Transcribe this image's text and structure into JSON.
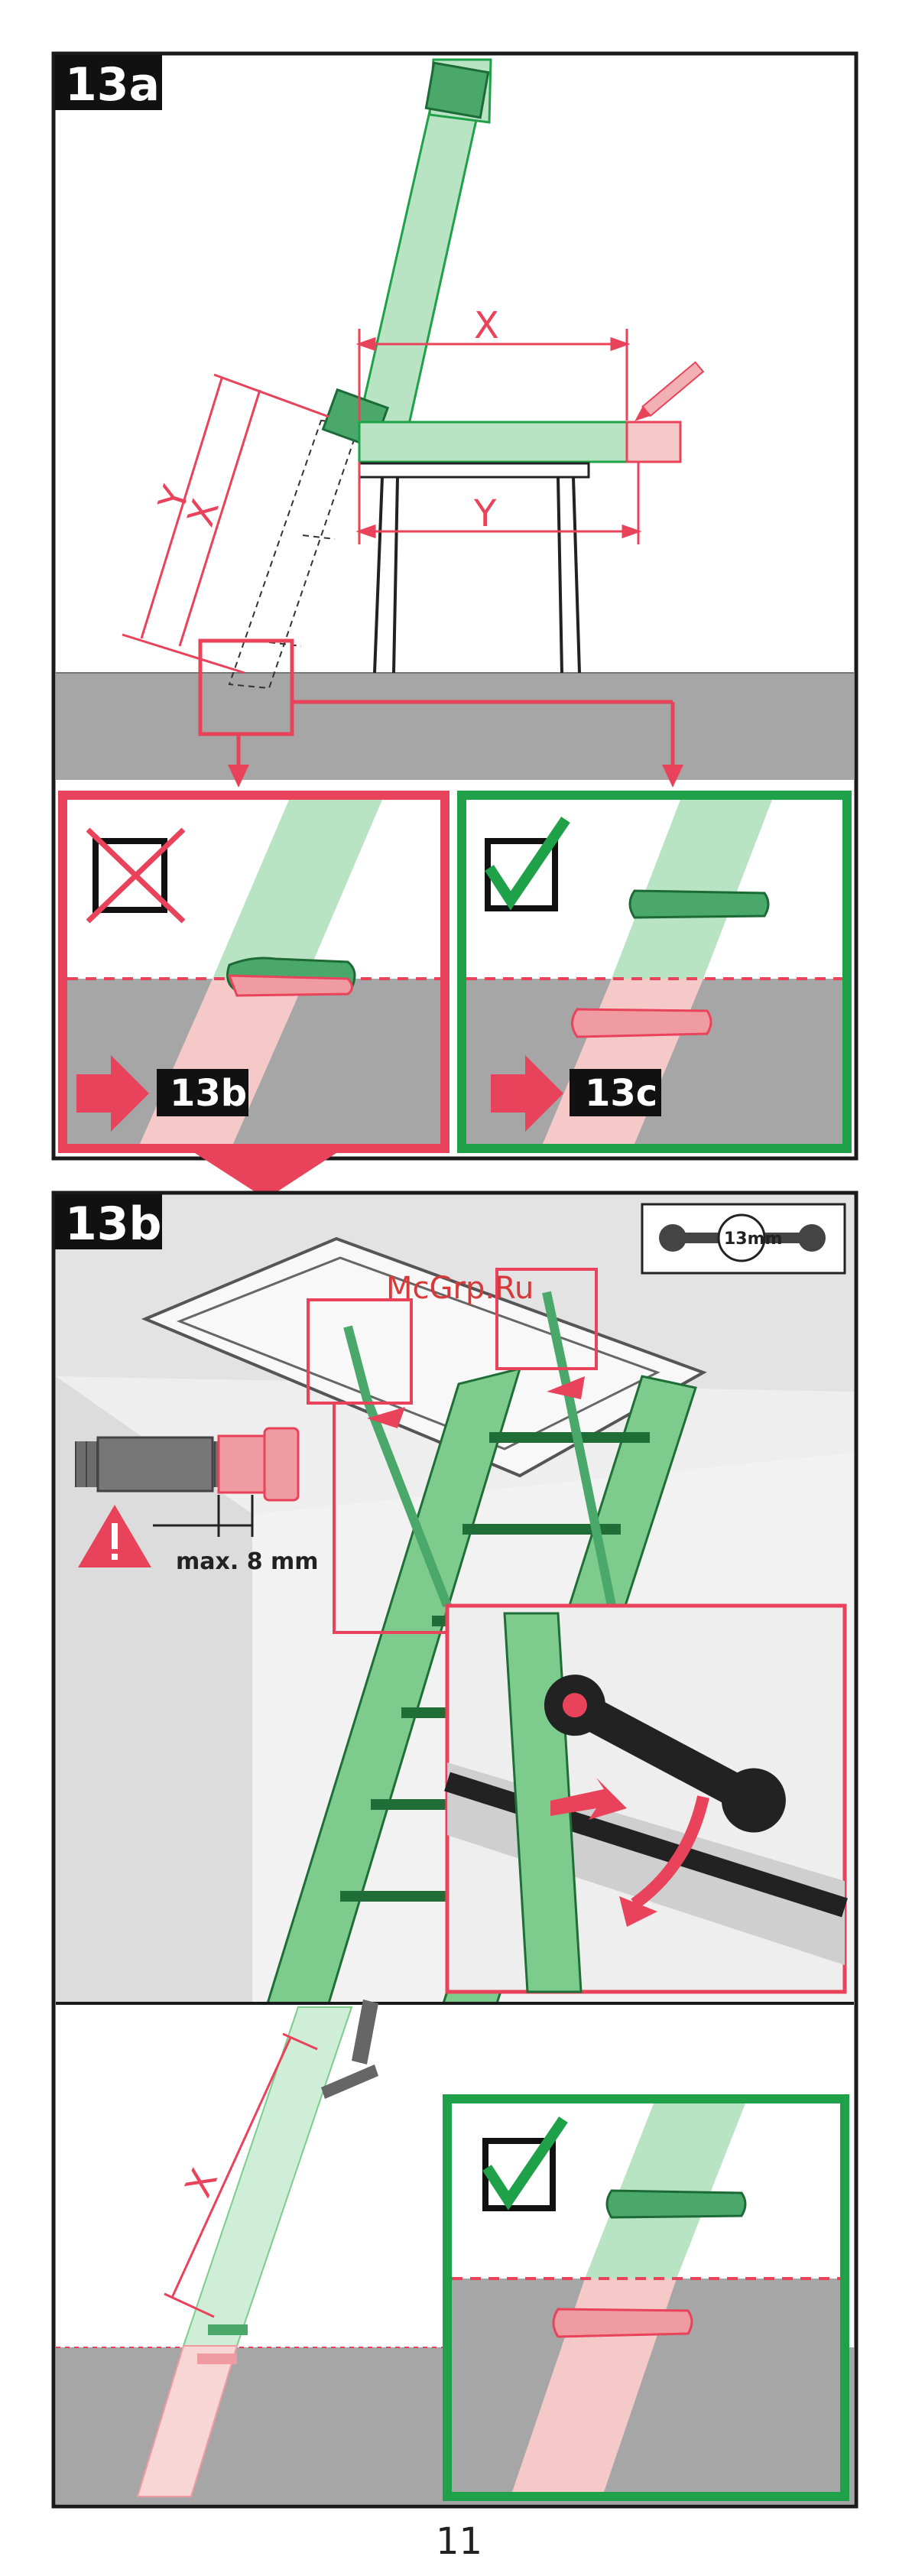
{
  "panel_a": {
    "badge": "13a",
    "dim_x": "X",
    "dim_y": "Y",
    "option_wrong": {
      "next_label": "13b"
    },
    "option_right": {
      "next_label": "13c"
    }
  },
  "panel_b": {
    "badge": "13b",
    "tool_label": "13mm",
    "watermark": "McGrp.Ru",
    "warning_text": "max. 8 mm",
    "dim_x": "X"
  },
  "page_number": "11",
  "colors": {
    "frame": "#1a1a1a",
    "red": "#e8435a",
    "green": "#1fa14a",
    "ladder_green": "#b9e4c4",
    "ladder_red": "#f6c9c9",
    "floor_gray": "#a6a6a6"
  },
  "icons": [
    "cross-box-icon",
    "check-box-icon",
    "arrow-right-icon",
    "wrench-icon",
    "warning-icon",
    "pencil-icon"
  ]
}
